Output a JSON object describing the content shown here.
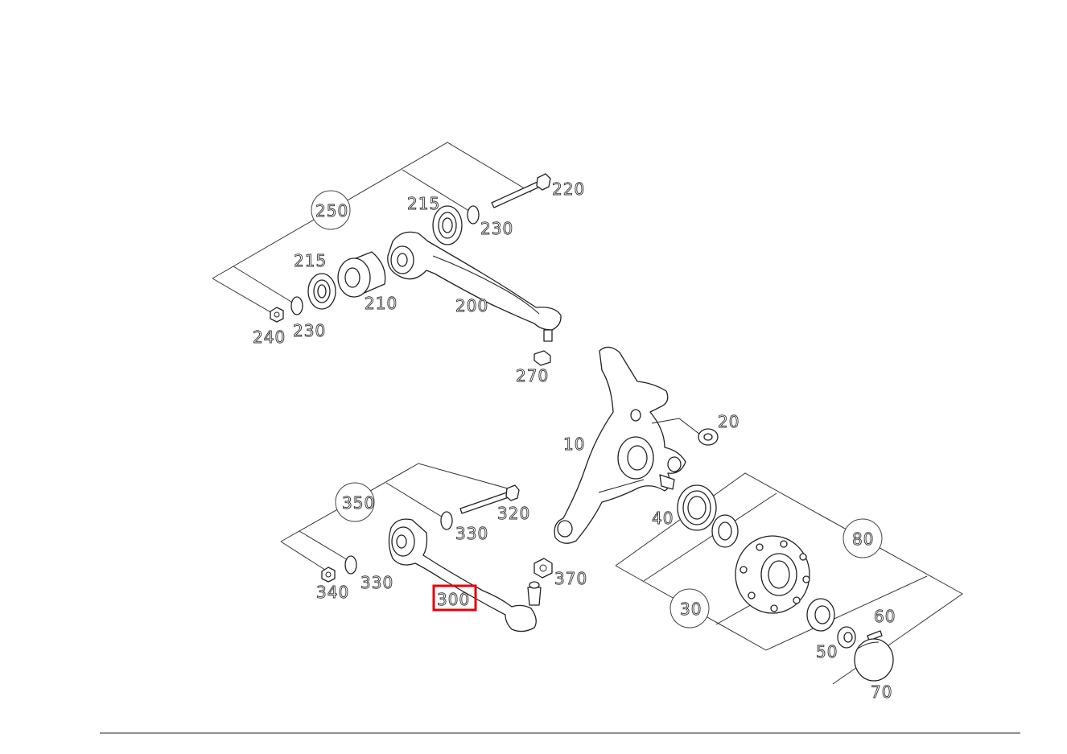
{
  "labels": {
    "l250": "250",
    "l215a": "215",
    "l220": "220",
    "l230a": "230",
    "l215b": "215",
    "l210": "210",
    "l200": "200",
    "l240": "240",
    "l230b": "230",
    "l270": "270",
    "l20": "20",
    "l10": "10",
    "l350": "350",
    "l320": "320",
    "l330a": "330",
    "l330b": "330",
    "l340": "340",
    "l300": "300",
    "l370": "370",
    "l40": "40",
    "l80": "80",
    "l30": "30",
    "l60": "60",
    "l50": "50",
    "l70": "70"
  },
  "highlight": {
    "part": "300",
    "color": "#e3000f"
  }
}
